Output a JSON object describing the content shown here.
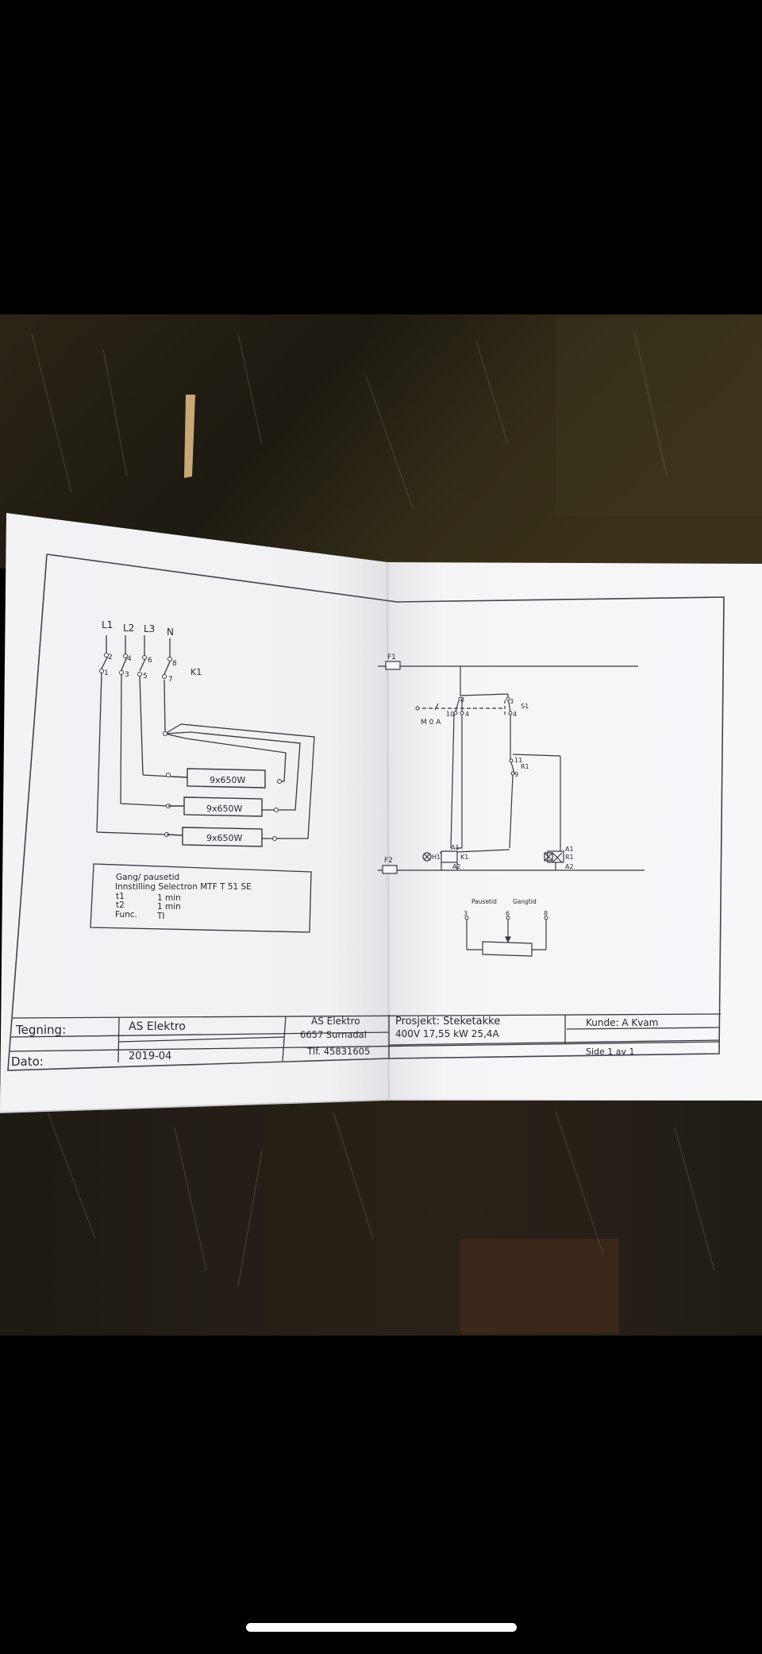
{
  "photo": {
    "description_none": ""
  },
  "diagram": {
    "phases": {
      "l1": "L1",
      "l2": "L2",
      "l3": "L3",
      "n": "N"
    },
    "contactor_label": "K1",
    "contacts": {
      "c2": "2",
      "c4": "4",
      "c6": "6",
      "c8": "8",
      "c1": "1",
      "c3": "3",
      "c5": "5",
      "c7": "7"
    },
    "heaters": [
      "9x650W",
      "9x650W",
      "9x650W"
    ],
    "fuses": {
      "f1": "F1",
      "f2": "F2"
    },
    "control": {
      "switch_mode": "M 0 A",
      "s1": "S1",
      "r1": "R1",
      "h1": "H1",
      "k1": "K1",
      "a1": "A1",
      "a2": "A2",
      "pins": {
        "p3": "3",
        "p4": "4",
        "p10": "10",
        "p11": "11",
        "p9": "9"
      }
    },
    "timer": {
      "pause_label": "Pausetid",
      "run_label": "Gangtid",
      "t3": "3",
      "t6": "6",
      "t8": "8"
    },
    "notes": {
      "line1": "Gang/ pausetid",
      "line2": "Innstilling Selectron MTF T 51 SE",
      "t1_label": "t1",
      "t1_value": "1 min",
      "t2_label": "t2",
      "t2_value": "1 min",
      "func_label": "Func.",
      "func_value": "TI"
    }
  },
  "title_block": {
    "tegning_label": "Tegning:",
    "tegning_value": "AS Elektro",
    "dato_label": "Dato:",
    "dato_value": "2019-04",
    "company_name": "AS Elektro",
    "company_address": "6657 Surnadal",
    "company_phone": "Tlf. 45831605",
    "project_line1": "Prosjekt: Steketakke",
    "project_line2": "400V   17,55 kW 25,4A",
    "customer": "Kunde: A Kvam",
    "page": "Side 1 av 1"
  }
}
